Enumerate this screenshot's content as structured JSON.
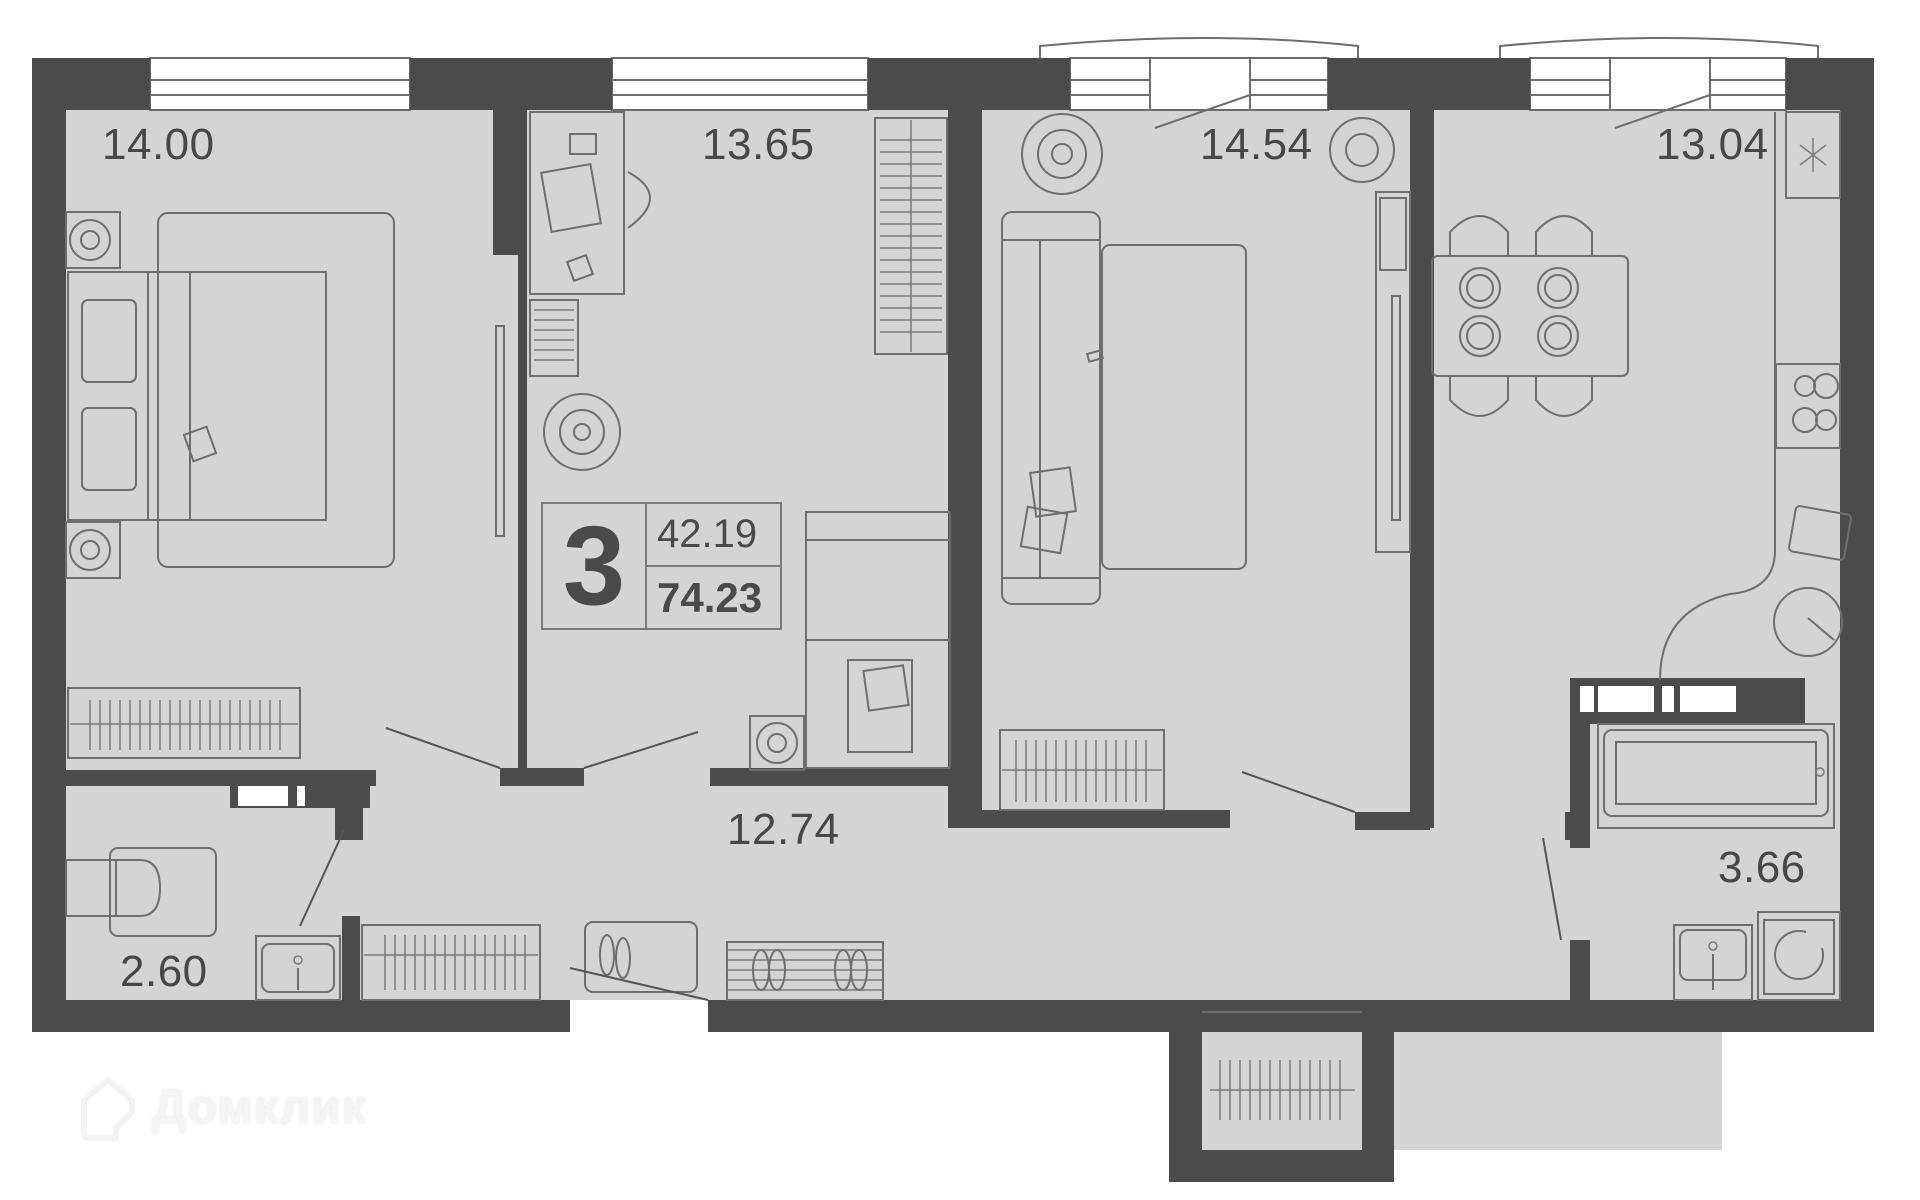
{
  "plan": {
    "rooms_count": "3",
    "living_area": "42.19",
    "total_area": "74.23",
    "rooms": [
      {
        "id": "bedroom",
        "area": "14.00"
      },
      {
        "id": "study-bedroom",
        "area": "13.65"
      },
      {
        "id": "living-room",
        "area": "14.54"
      },
      {
        "id": "kitchen",
        "area": "13.04"
      },
      {
        "id": "hallway",
        "area": "12.74"
      },
      {
        "id": "toilet",
        "area": "2.60"
      },
      {
        "id": "bathroom",
        "area": "3.66"
      }
    ],
    "colors": {
      "wall": "#4b4b4b",
      "floor": "#d4d4d4",
      "line": "#6e6e6e",
      "text": "#474747",
      "background": "#ffffff"
    }
  },
  "watermark": {
    "text": "Домклик",
    "icon": "house-logo-icon"
  }
}
